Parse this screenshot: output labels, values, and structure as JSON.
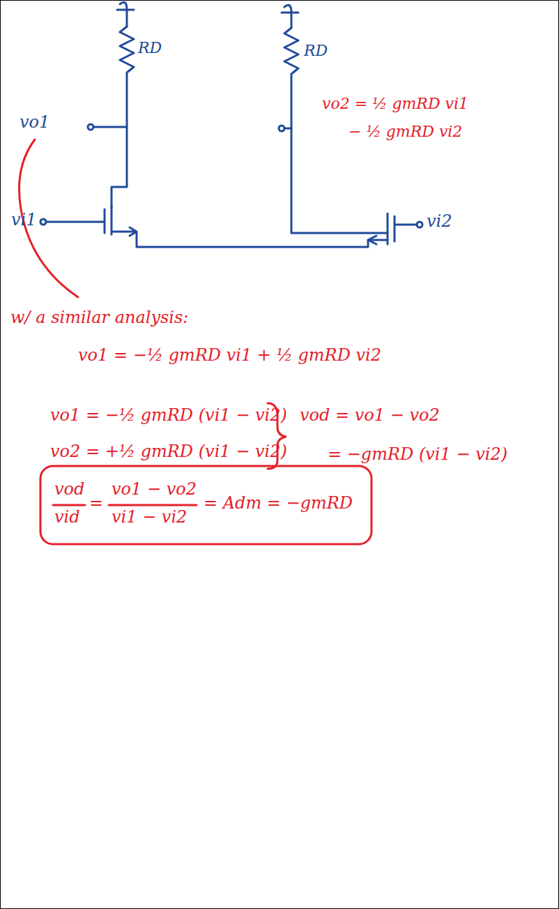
{
  "diagram": {
    "labels": [
      "RD",
      "RD",
      "vo2 = ½ gmRD vi1",
      "− ½ gmRD vi2",
      "vo1",
      "vi2",
      "vi1",
      "w/ a similar analysis:",
      "vo1 = −½ gmRD vi1 + ½ gmRD vi2",
      "vo1 = −½ gmRD (vi1 − vi2)",
      "vod = vo1 − vo2",
      "vo2 = +½ gmRD (vi1 − vi2)",
      "= −gmRD (vi1 − vi2)",
      "vod",
      "vid",
      "=",
      "vo1 − vo2",
      "vi1 − vi2",
      "= Adm = −gmRD"
    ]
  }
}
